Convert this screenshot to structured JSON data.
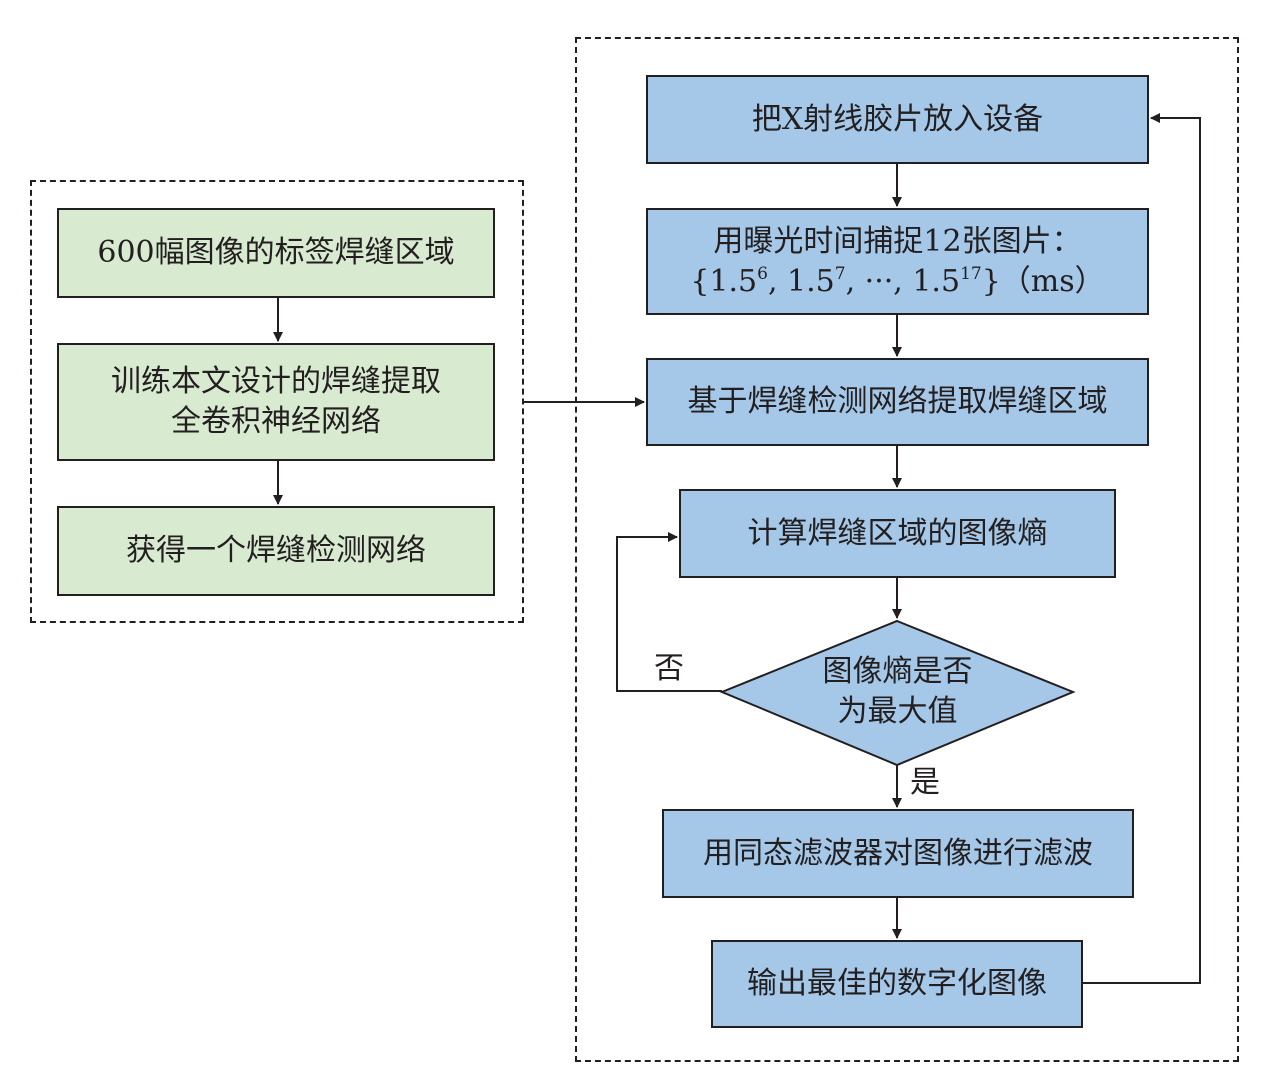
{
  "left_group": {
    "step1": "600幅图像的标签焊缝区域",
    "step2_line1": "训练本文设计的焊缝提取",
    "step2_line2": "全卷积神经网络",
    "step3": "获得一个焊缝检测网络"
  },
  "right_group": {
    "place_film": "把X射线胶片放入设备",
    "capture_line1": "用曝光时间捕捉12张图片：",
    "capture_line2": {
      "open": "{1.5",
      "exp1": "6",
      "mid1": ", 1.5",
      "exp2": "7",
      "mid2": ", ···, 1.5",
      "exp3": "17",
      "close": "}（ms）"
    },
    "extract": "基于焊缝检测网络提取焊缝区域",
    "entropy": "计算焊缝区域的图像熵",
    "decision_line1": "图像熵是否",
    "decision_line2": "为最大值",
    "no_label": "否",
    "yes_label": "是",
    "filter": "用同态滤波器对图像进行滤波",
    "output": "输出最佳的数字化图像"
  }
}
